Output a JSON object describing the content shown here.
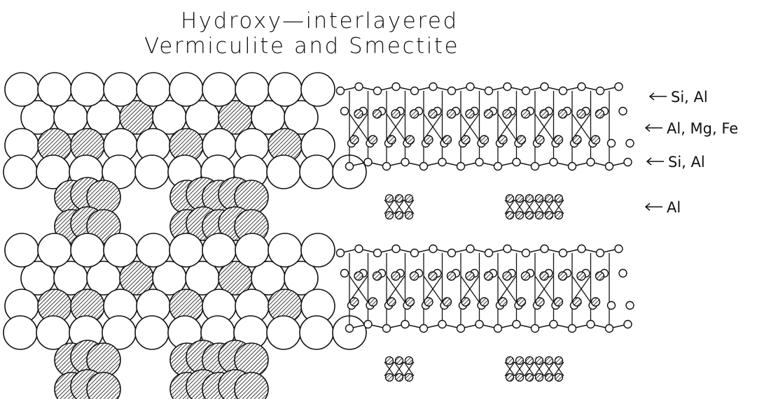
{
  "title": {
    "line1": "Hydroxy—interlayered",
    "line2": "Vermiculite and Smectite"
  },
  "labels": {
    "tetra_top": "Si, Al",
    "octa": "Al, Mg, Fe",
    "tetra_bottom": "Si, Al",
    "interlayer": "Al"
  },
  "colors": {
    "ink": "#111111",
    "background": "#ffffff"
  }
}
